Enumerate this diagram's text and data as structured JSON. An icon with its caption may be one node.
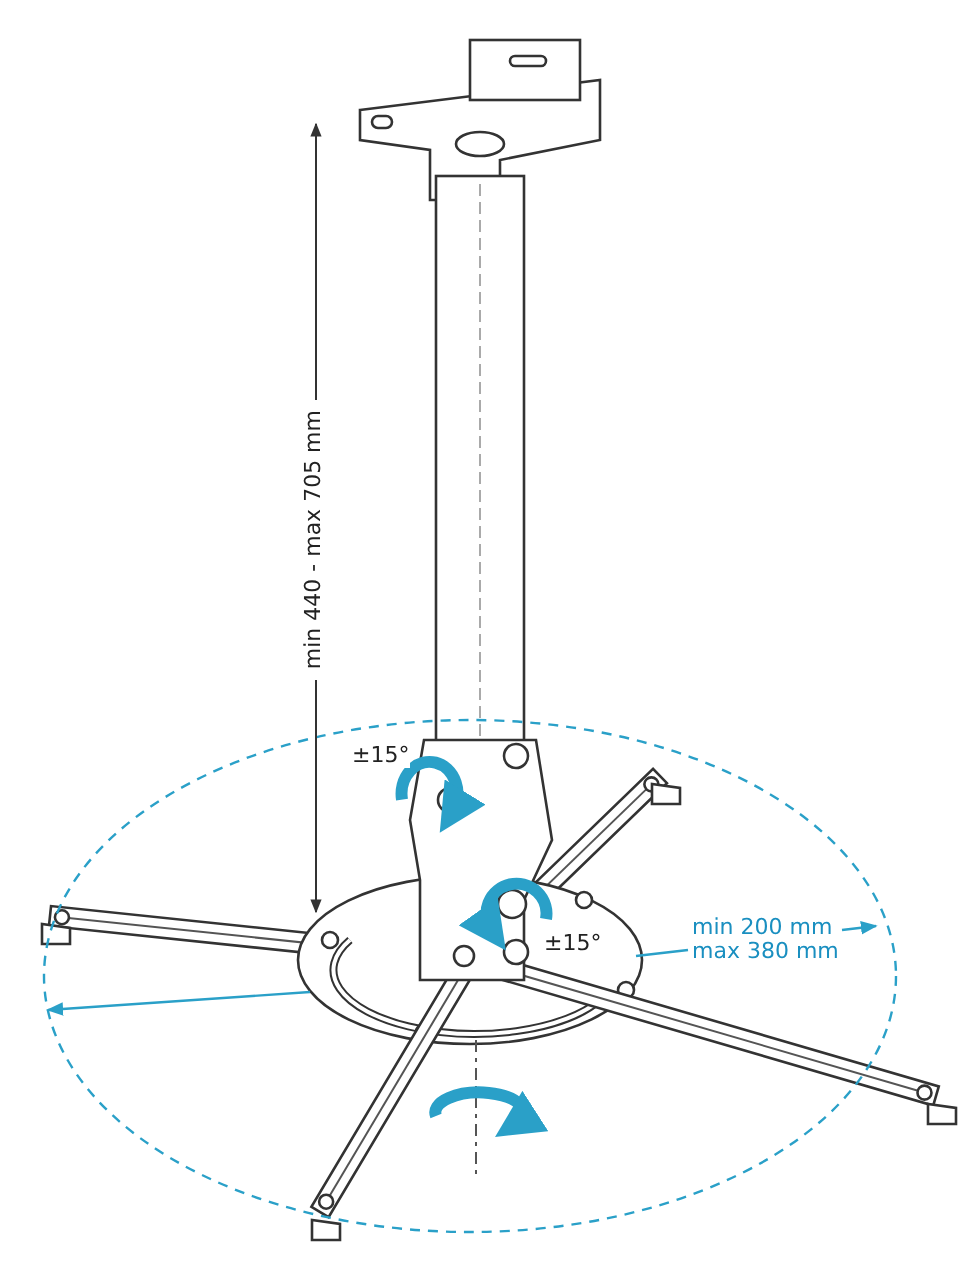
{
  "diagram": {
    "labels": [
      "min 440 - max 705 mm",
      "±15°",
      "±15°",
      "min 200 mm max 380 mm"
    ]
  }
}
